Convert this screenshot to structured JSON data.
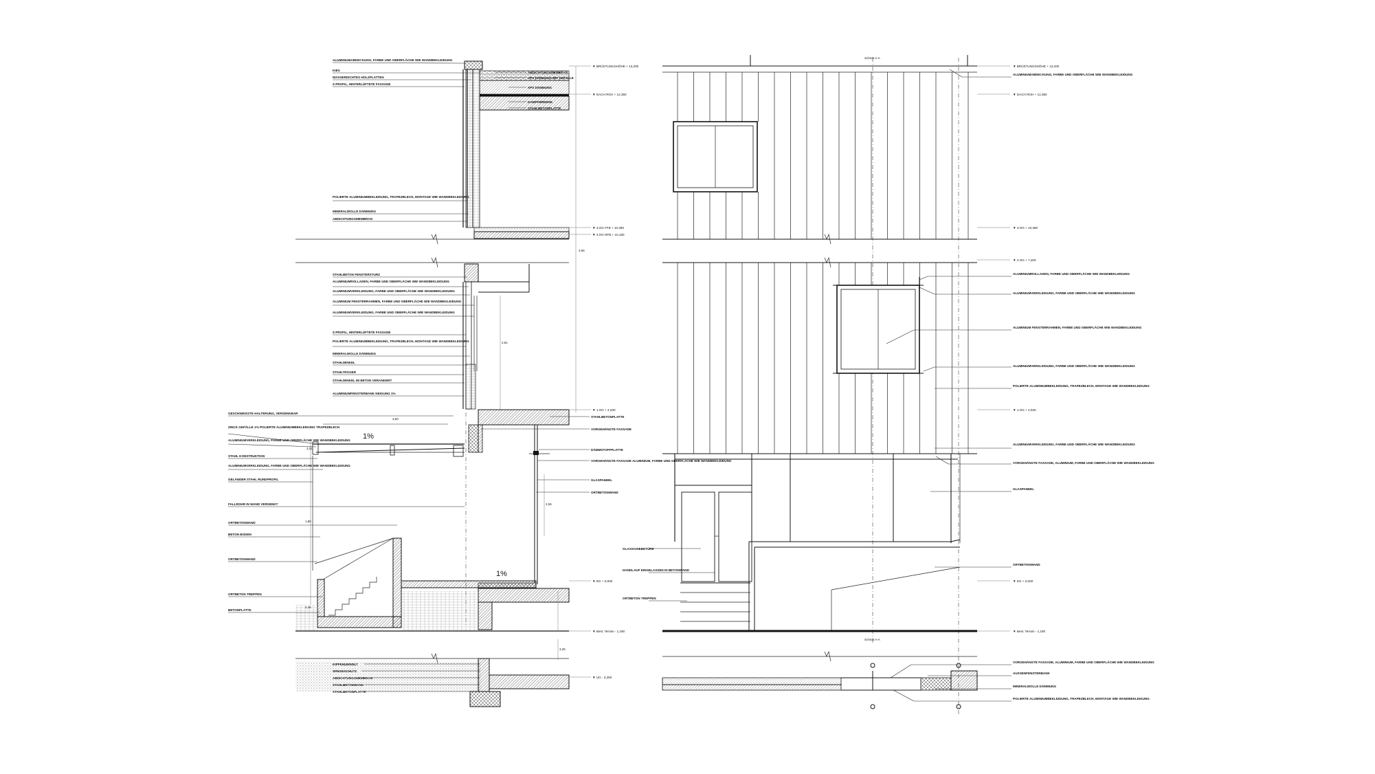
{
  "section_left": {
    "notes_top": [
      {
        "text": "ALUMINIUMABDECKUNG, FARBE UND OBERFLÄCHE WIE WANDBEKLEIDUNG"
      },
      {
        "text": "KIES"
      },
      {
        "text": "WASSERDICHTES HOLZPLATTEN"
      },
      {
        "text": "Z-PROFIL, HINTERLÜFTETE FASSADE"
      }
    ],
    "notes_roof_right": [
      {
        "text": "ABDICHTUNGSMEMBRAN"
      },
      {
        "text": "XPS DÄMMUNG MIT GEFÄLLE"
      },
      {
        "text": "XPS DÄMMUNG"
      },
      {
        "text": "DAMPFBREMSE"
      },
      {
        "text": "STAHLBETONPLATTE"
      }
    ],
    "notes_middle": [
      {
        "text": "POLIERTE ALUMINIUMBEKLEIDUNG, TRAPEZBLECH, MONTAGE WIE WANDBEKLEIDUNG"
      },
      {
        "text": "MINERALWOLLE DÄMMUNG"
      },
      {
        "text": "ABDICHTUNGSMEMBRAN"
      },
      {
        "text": "STAHLBETON FENSTERSTURZ"
      },
      {
        "text": "ALUMINIUMROLLADEN, FARBE UND OBERFLÄCHE WIE WANDBEKLEIDUNG"
      },
      {
        "text": "ALUMINIUMVERKLEIDUNG, FARBE UND OBERFLÄCHE WIE WANDBEKLEIDUNG"
      },
      {
        "text": "ALUMINIUM FENSTERRAHMEN, FARBE UND OBERFLÄCHE WIE WANDBEKLEIDUNG"
      },
      {
        "text": "ALUMINIUMVERKLEIDUNG, FARBE UND OBERFLÄCHE WIE WANDBEKLEIDUNG"
      },
      {
        "text": "Z-PROFIL, HINTERLÜFTETE FASSADE"
      },
      {
        "text": "POLIERTE ALUMINIUMBEKLEIDUNG, TRAPEZBLECH, MONTAGE WIE WANDBEKLEIDUNG"
      },
      {
        "text": "MINERALWOLLE DÄMMUNG"
      },
      {
        "text": "STAHLWINKEL"
      },
      {
        "text": "STAHLTRÄGER"
      },
      {
        "text": "STAHLWINKEL IM BETON VERANKERT"
      },
      {
        "text": "ALUMINIUMFENSTERBANK NEIGUNG 1%"
      }
    ],
    "notes_lower": [
      {
        "text": "GESCHWEISSTE HALTERUNG, VERSENKBAR"
      },
      {
        "text": "ZINCK GEFÄLLE 1% POLIERTE ALUMINIUMBEKLEIDUNG TRAPEZBLECH"
      },
      {
        "text": "ALUMINIUMVERKLEIDUNG, FARBE UND OBERFLÄCHE WIE WANDBEKLEIDUNG"
      },
      {
        "text": "STAHL KONSTRUKTION"
      },
      {
        "text": "ALUMINIUMVERKLEIDUNG, FARBE UND OBERFLÄCHE WIE WANDBEKLEIDUNG"
      },
      {
        "text": "GELÄNDER STAHL RUNDPROFIL"
      },
      {
        "text": "FALLROHR IN WAND VERSENKT"
      },
      {
        "text": "ORTBETONWAND"
      },
      {
        "text": "BETON BODEN"
      },
      {
        "text": "ORTBETONWAND"
      },
      {
        "text": "ORTBETON TREPPEN"
      },
      {
        "text": "BETONPLATTE"
      }
    ],
    "notes_floor_right": [
      {
        "text": "STAHLBETONPLATTE"
      },
      {
        "text": "VORGEHÄNGTE FASSADE"
      },
      {
        "text": "DÄMMSTOFFPLATTE"
      },
      {
        "text": "VORGEHÄNGTE FASSADE ALUMINIUM, FARBE UND OBERFLÄCHE WIE WANDBEKLEIDUNG"
      },
      {
        "text": "GLASPANEEL"
      },
      {
        "text": "ORTBETONWAND"
      }
    ],
    "notes_foundation": [
      {
        "text": "KIPPENUMWELT"
      },
      {
        "text": "SPEISESCHUTZ"
      },
      {
        "text": "ABDICHTUNGSMEMBRAN"
      },
      {
        "text": "STAHLBETONWAND"
      },
      {
        "text": "STAHLBETONPLATTE"
      }
    ],
    "levels": [
      {
        "text": "▼ BRÜSTUNGSHÖHE + 13,200"
      },
      {
        "text": "▼ DACH ROH + 12,350"
      },
      {
        "text": "▼ 3.OG FFB + 10,380"
      },
      {
        "text": "▼ 3.OG RFB + 10,180"
      },
      {
        "text": "▼ 1.OG + 4,030"
      },
      {
        "text": "▼ EG + 0,000"
      },
      {
        "text": "▼ Best. Terrain - 1,180"
      },
      {
        "text": "▼ UG - 3,250"
      }
    ],
    "slope_labels": [
      "1%",
      "1%"
    ],
    "dimension_labels": [
      "3,65",
      "2,81",
      "3,60",
      "3,21",
      "1,80",
      "2,45",
      "2,55",
      "3,25"
    ]
  },
  "elevation_right": {
    "notes": [
      {
        "text": "ALUMINIUMABDECKUNG, FARBE UND OBERFLÄCHE WIE WANDBEKLEIDUNG"
      },
      {
        "text": "ALUMINIUMROLLADEN, FARBE UND OBERFLÄCHE WIE WANDBEKLEIDUNG"
      },
      {
        "text": "ALUMINIUMVERKLEIDUNG, FARBE UND OBERFLÄCHE WIE WANDBEKLEIDUNG"
      },
      {
        "text": "ALUMINIUM FENSTERRAHMEN, FARBE UND OBERFLÄCHE WIE WANDBEKLEIDUNG"
      },
      {
        "text": "ALUMINIUMVERKLEIDUNG, FARBE UND OBERFLÄCHE WIE WANDBEKLEIDUNG"
      },
      {
        "text": "POLIERTE ALUMINIUMBEKLEIDUNG, TRAPEZBLECH, MONTAGE WIE WANDBEKLEIDUNG"
      },
      {
        "text": "ALUMINIUMVERKLEIDUNG, FARBE UND OBERFLÄCHE WIE WANDBEKLEIDUNG"
      },
      {
        "text": "VORGEHÄNGTE FASSADE, ALUMINIUM, FARBE UND OBERFLÄCHE WIE WANDBEKLEIDUNG"
      },
      {
        "text": "GLASPANEEL"
      },
      {
        "text": "GLASSCHIEBETÜRE"
      },
      {
        "text": "HANDLAUF EINGELASSEN IN BETONWAND"
      },
      {
        "text": "ORTBETON TREPPEN"
      },
      {
        "text": "ORTBETONWAND"
      }
    ],
    "plan_notes": [
      {
        "text": "VORGEHÄNGTE FASSADE, ALUMINIUM, FARBE UND OBERFLÄCHE WIE WANDBEKLEIDUNG"
      },
      {
        "text": "AUSSENFENSTERBANK"
      },
      {
        "text": "MINERALWOLLE DÄMMUNG"
      },
      {
        "text": "POLIERTE ALUMINIUMBEKLEIDUNG, TRAPEZBLECH, MONTAGE WIE WANDBEKLEIDUNG"
      }
    ],
    "levels": [
      {
        "text": "▼ BRÜSTUNGSHÖHE + 13,200"
      },
      {
        "text": "▼ DACH ROH + 12,350"
      },
      {
        "text": "▼ 3.OG + 10,380"
      },
      {
        "text": "▼ 2.OG + 7,200"
      },
      {
        "text": "▼ 1.OG + 4,030"
      },
      {
        "text": "▼ EG + 0,000"
      },
      {
        "text": "▼ Best. Terrain - 1,180"
      }
    ],
    "axis_labels": [
      "Schnitt A-A",
      "Schnitt A-A"
    ]
  }
}
